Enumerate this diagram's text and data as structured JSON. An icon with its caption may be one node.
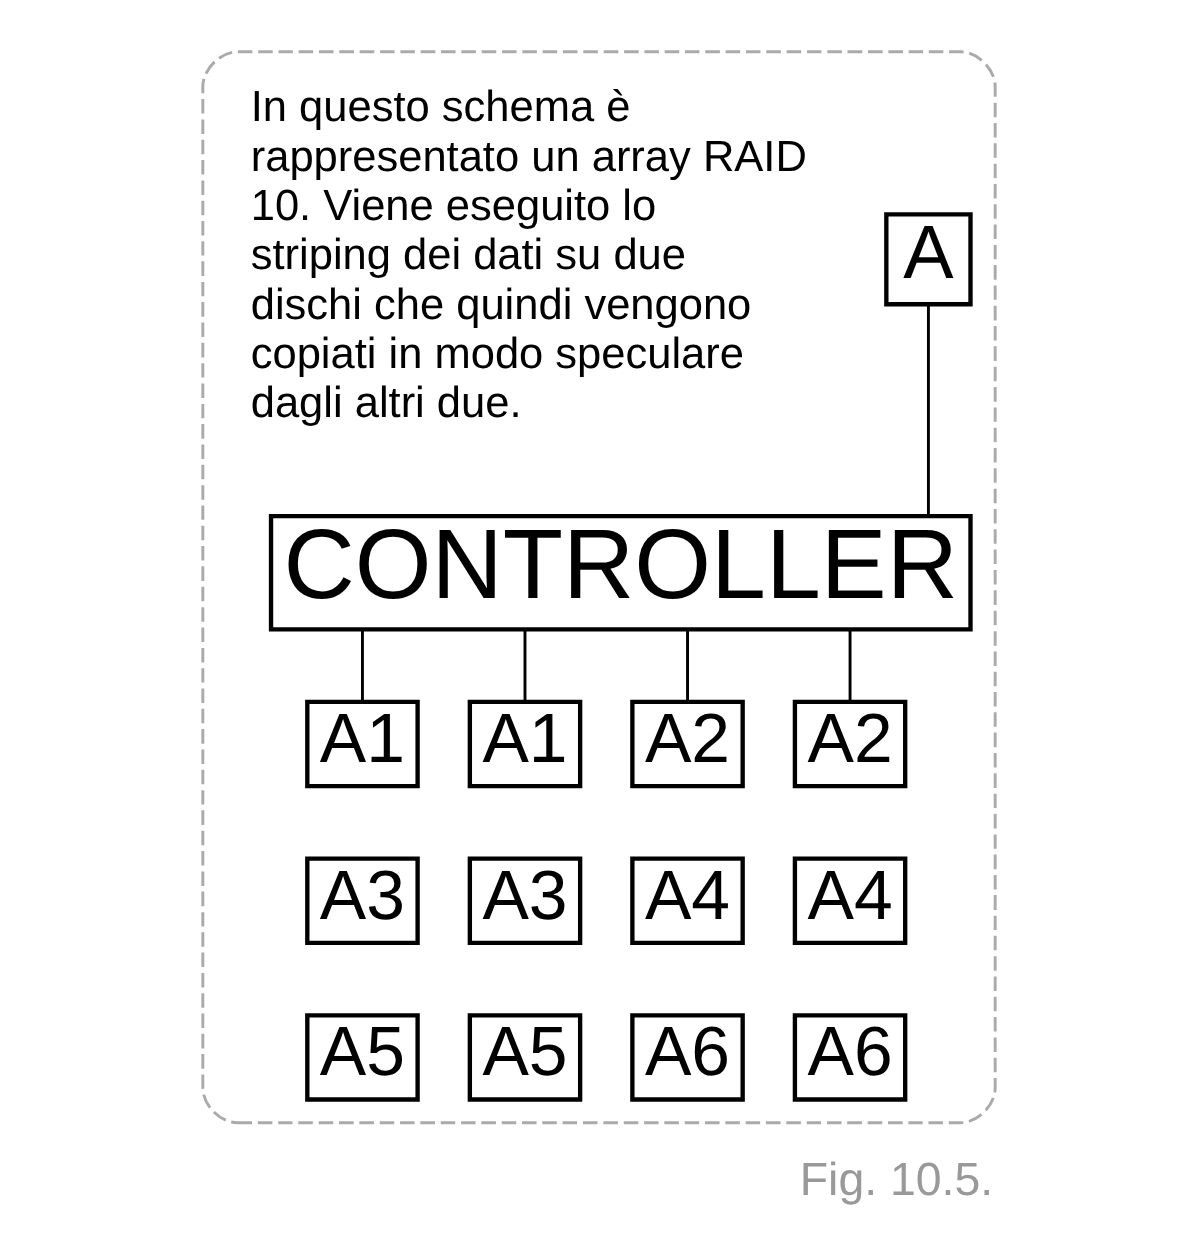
{
  "diagram": {
    "caption": "Fig. 10.5.",
    "nodes": [
      {
        "text": [],
        "shape": "box"
      },
      {
        "text": [
          "A"
        ],
        "in": 0
      },
      {
        "text": [
          "CONTROLLER"
        ],
        "in": 0
      },
      {
        "text": [
          "A1"
        ],
        "in": 0
      },
      {
        "text": [
          "A1"
        ],
        "in": 0
      },
      {
        "text": [
          "A2"
        ],
        "in": 0
      },
      {
        "text": [
          "A2"
        ],
        "in": 0
      },
      {
        "text": [
          "A3"
        ],
        "in": 0
      },
      {
        "text": [
          "A3"
        ],
        "in": 0
      },
      {
        "text": [
          "A4"
        ],
        "in": 0
      },
      {
        "text": [
          "A4"
        ],
        "in": 0
      },
      {
        "text": [
          "A5"
        ],
        "in": 0
      },
      {
        "text": [
          "A5"
        ],
        "in": 0
      },
      {
        "text": [
          "A6"
        ],
        "in": 0
      },
      {
        "text": [
          "A6"
        ],
        "in": 0
      }
    ],
    "edges": [
      {
        "from": 1,
        "to": 2,
        "arrow": "none"
      },
      {
        "from": 2,
        "to": 3,
        "arrow": "none"
      },
      {
        "from": 2,
        "to": 4,
        "arrow": "none"
      },
      {
        "from": 2,
        "to": 5,
        "arrow": "none"
      },
      {
        "from": 2,
        "to": 6,
        "arrow": "none"
      }
    ],
    "labels": [
      "In questo schema è rappresentato un array RAID 10. Viene eseguito lo striping dei dati su due dischi che quindi vengono copiati in modo speculare dagli altri due."
    ]
  }
}
